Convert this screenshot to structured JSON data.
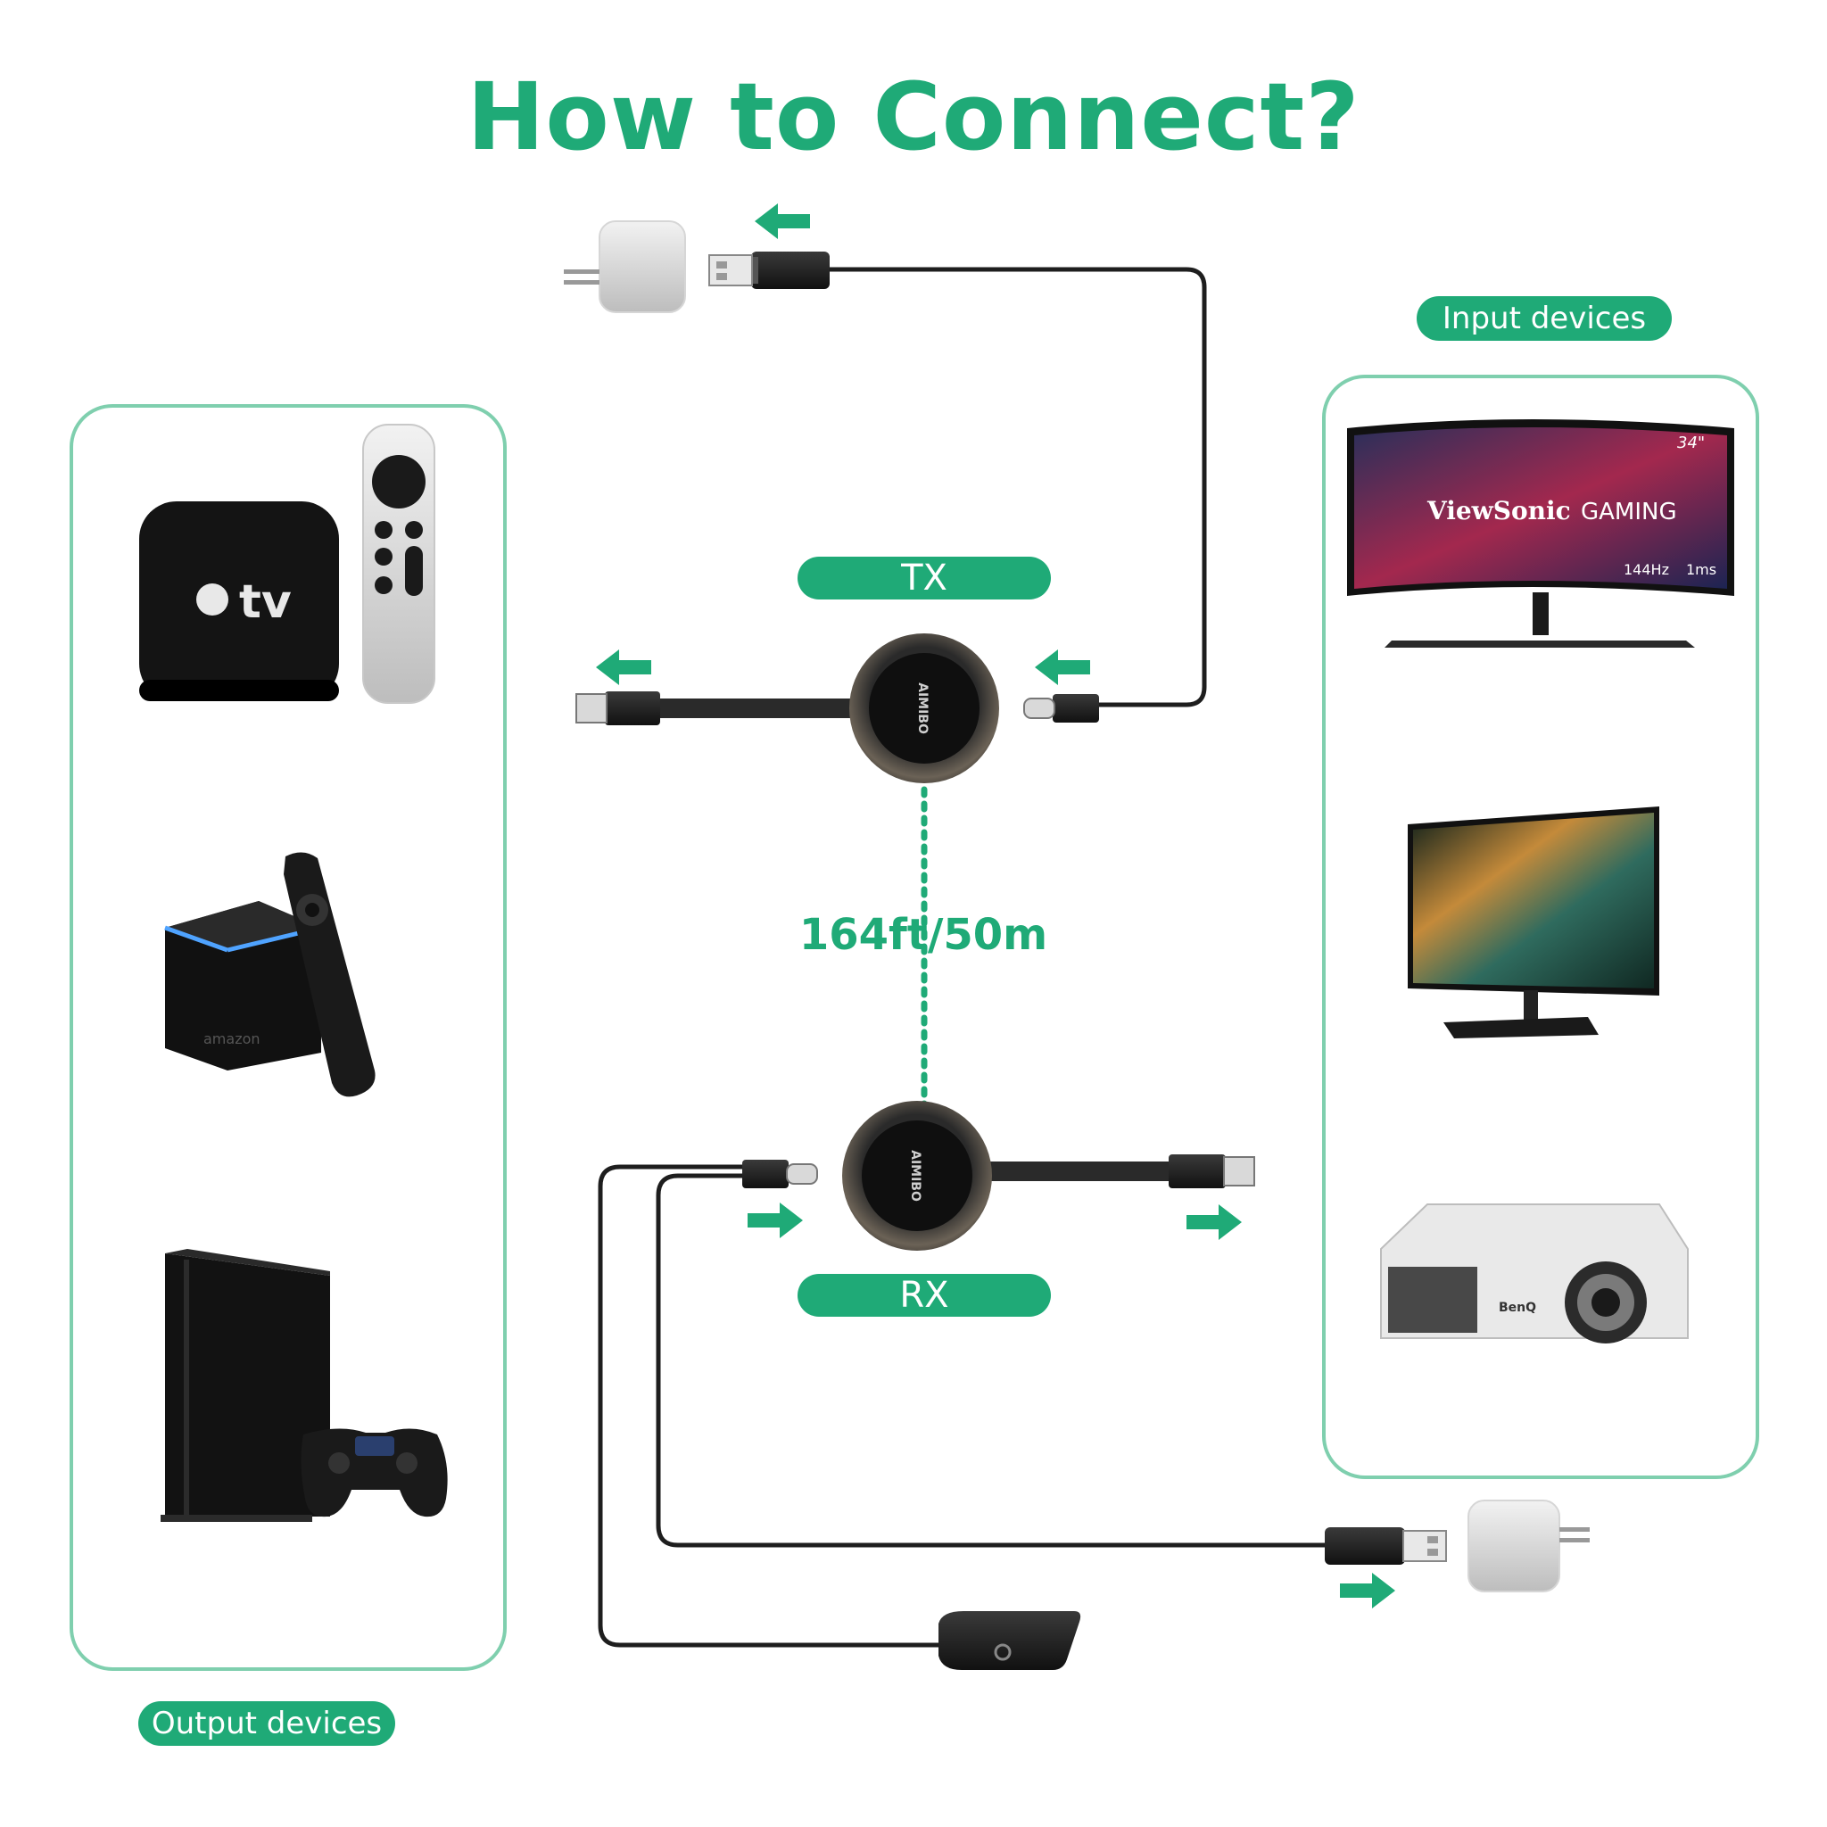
{
  "title": "How to Connect?",
  "labels": {
    "input_devices": "Input devices",
    "output_devices": "Output devices",
    "tx": "TX",
    "rx": "RX",
    "distance": "164ft/50m"
  },
  "device_text": {
    "apple_tv_logo": "tv",
    "monitor_brand": "ViewSonic",
    "monitor_series": "GAMING",
    "monitor_size": "34\"",
    "monitor_refresh": "144Hz",
    "monitor_response": "1ms",
    "projector_brand": "BenQ",
    "firetv_brand": "amazon",
    "dongle_brand": "AIMIBO"
  },
  "colors": {
    "accent": "#1faa77",
    "panel_border": "#7fcfae",
    "cable": "#1e1e1e"
  },
  "icons": [
    "apple-tv-box-icon",
    "apple-remote-icon",
    "fire-tv-cube-icon",
    "fire-remote-icon",
    "ps4-console-icon",
    "ps4-controller-icon",
    "curved-monitor-icon",
    "flat-monitor-icon",
    "projector-icon",
    "usb-power-adapter-icon",
    "hdmi-plug-icon",
    "usb-c-plug-icon",
    "usb-a-plug-icon",
    "wireless-ir-sensor-icon",
    "arrow-left-icon",
    "arrow-right-icon"
  ]
}
